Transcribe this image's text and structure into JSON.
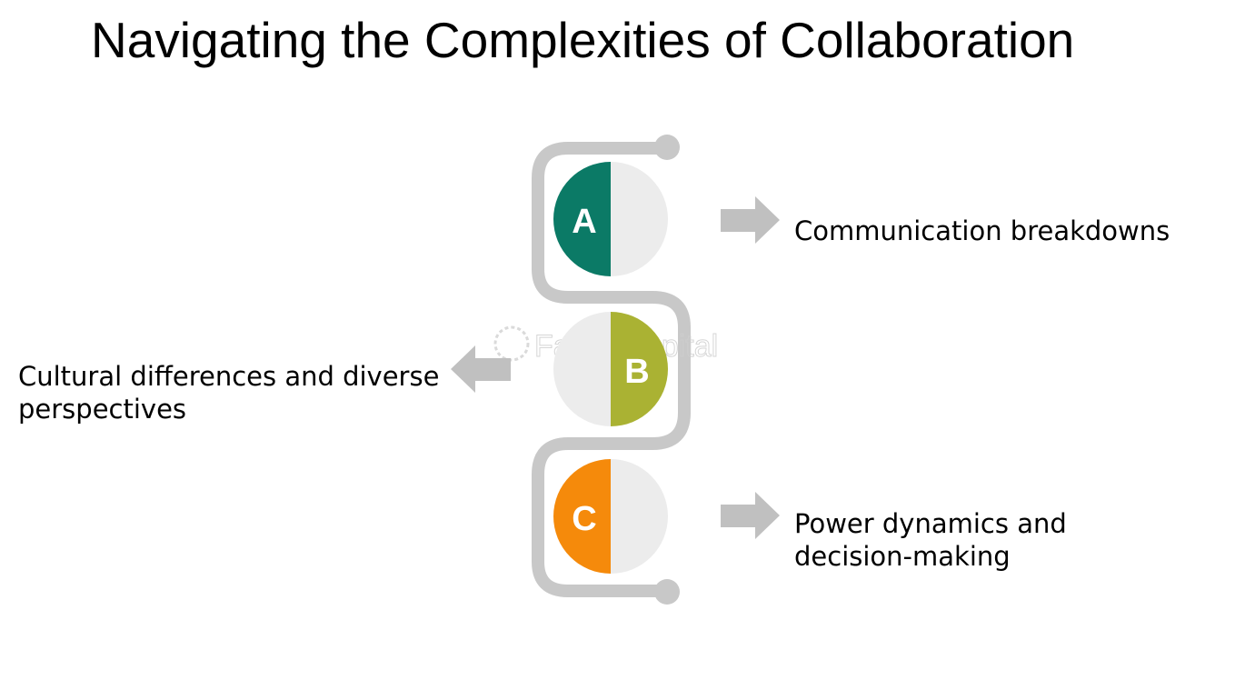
{
  "title": "Navigating the Complexities of Collaboration",
  "items": [
    {
      "letter": "A",
      "label": "Communication breakdowns",
      "color": "#0b7a66"
    },
    {
      "letter": "B",
      "label": "Cultural differences and diverse perspectives",
      "color": "#aab233"
    },
    {
      "letter": "C",
      "label": "Power dynamics and decision-making",
      "color": "#f58a0b"
    }
  ],
  "watermark": "FasterCapital",
  "colors": {
    "connector": "#c8c8c8",
    "arrow": "#c0c0c0",
    "circle_light": "#ececec"
  }
}
